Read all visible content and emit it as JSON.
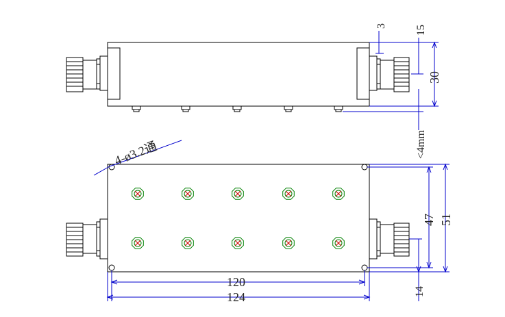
{
  "top_view": {
    "dim_3": "3",
    "dim_15": "15",
    "dim_30": "30",
    "dim_4mm": "<4mm"
  },
  "bottom_view": {
    "hole_note": "4-ø3.2通",
    "dim_120": "120",
    "dim_124": "124",
    "dim_47": "47",
    "dim_51": "51",
    "dim_14": "14"
  },
  "colors": {
    "outline": "#000000",
    "dimension": "#0000cc",
    "tuning_screw": "#008000",
    "screw_center": "#cc0000"
  },
  "icons": [
    "n-type-connector-icon",
    "tuning-screw-icon",
    "mounting-hole-icon"
  ]
}
